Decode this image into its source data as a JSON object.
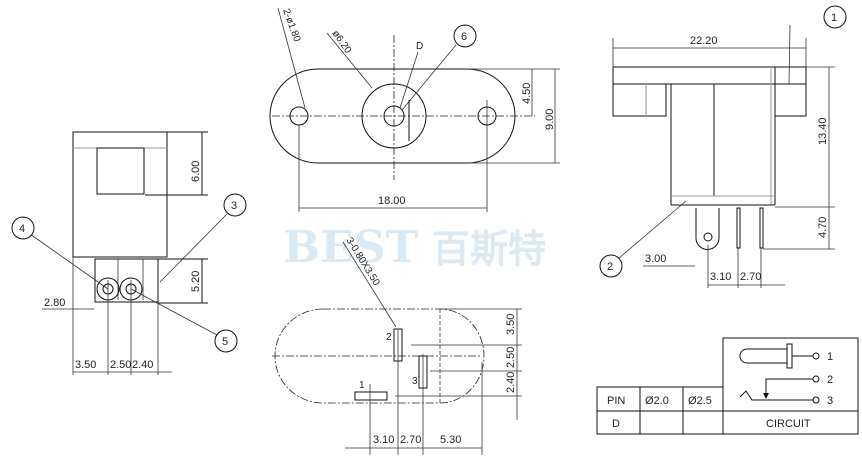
{
  "watermark": {
    "latin": "BEST",
    "chinese": "百斯特",
    "color": "#dbe9f5"
  },
  "front_view": {
    "dims": {
      "top_height": "6.00",
      "pin_height": "5.20",
      "left_offset": "2.80",
      "bottom_1": "3.50",
      "bottom_2": "2.50",
      "bottom_3": "2.40"
    },
    "balloons": [
      "4",
      "3",
      "5"
    ]
  },
  "top_view": {
    "dims": {
      "holes": "2-ø1.80",
      "boss": "ø6.20",
      "half_height": "4.50",
      "height": "9.00",
      "hole_spacing": "18.00"
    },
    "labels": {
      "d": "D"
    },
    "balloons": [
      "6"
    ]
  },
  "side_view": {
    "dims": {
      "width": "22.20",
      "height": "13.40",
      "pin_length": "4.70",
      "pin_offset": "3.00",
      "pin_gap_1": "3.10",
      "pin_gap_2": "2.70"
    },
    "balloons": [
      "1",
      "2"
    ]
  },
  "footprint_view": {
    "dims": {
      "slots": "3-0.80X3.50",
      "v1": "3.50",
      "v2": "2.50",
      "v3": "2.40",
      "h1": "3.10",
      "h2": "2.70",
      "h3": "5.30"
    },
    "pin_labels": [
      "1",
      "2",
      "3"
    ]
  },
  "pin_table": {
    "headers": [
      "PIN",
      "Ø2.0",
      "Ø2.5"
    ],
    "row": [
      "D",
      "",
      ""
    ],
    "circuit_label": "CIRCUIT",
    "circuit_pins": [
      "1",
      "2",
      "3"
    ]
  }
}
